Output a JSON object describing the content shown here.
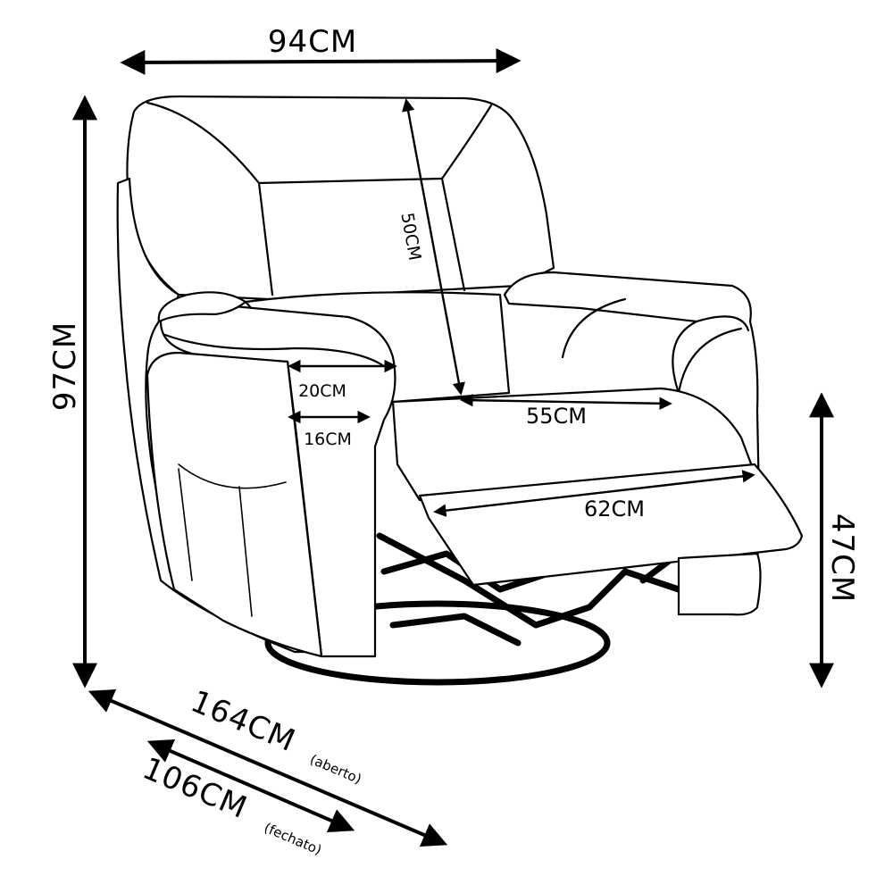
{
  "diagram": {
    "dimensions": {
      "width": "94CM",
      "height": "97CM",
      "backrest": "50CM",
      "armrest_top": "20CM",
      "armrest_front": "16CM",
      "seat": "55CM",
      "footrest": "62CM",
      "seat_height": "47CM",
      "depth_open": "164CM",
      "depth_open_note": "(aberto)",
      "depth_closed": "106CM",
      "depth_closed_note": "(fechato)"
    }
  }
}
